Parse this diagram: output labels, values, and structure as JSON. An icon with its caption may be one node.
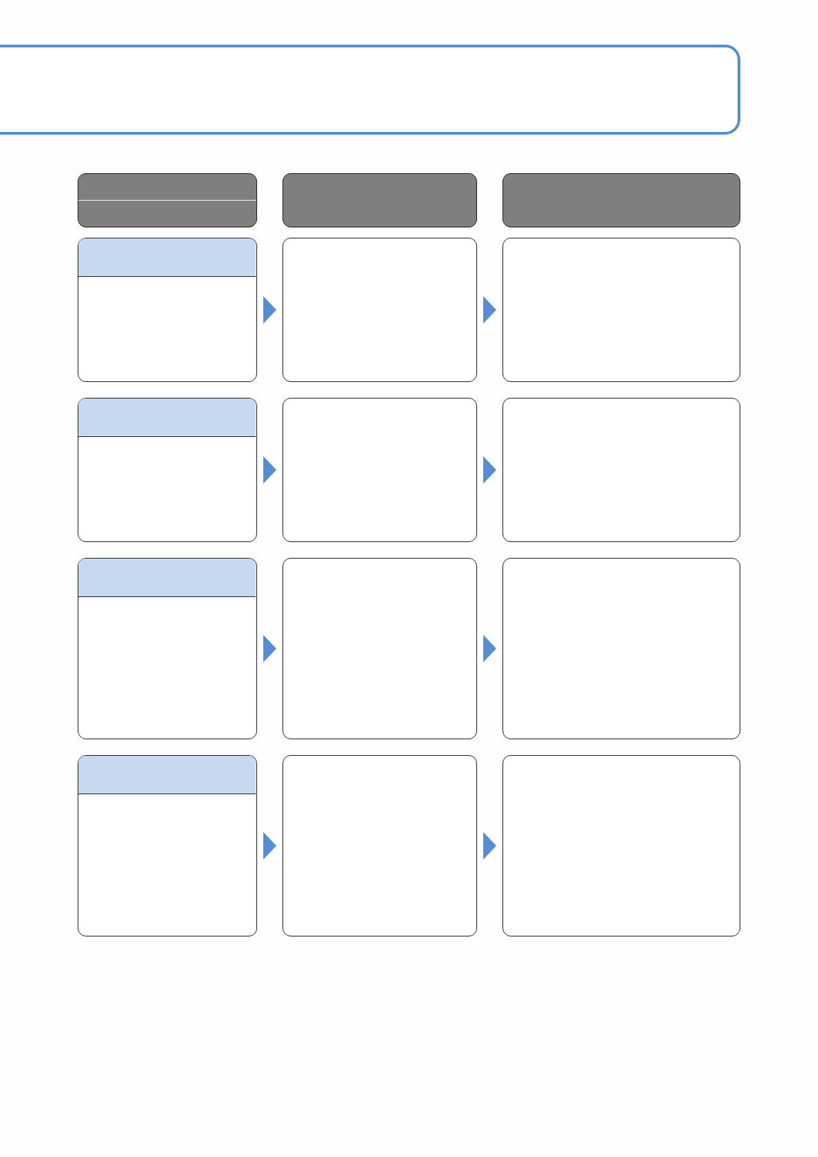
{
  "diagram": {
    "nodes": [
      {
        "text": [],
        "shape": "box"
      },
      {
        "text": [],
        "shape": "box"
      },
      {
        "text": [],
        "shape": "box"
      },
      {
        "text": [],
        "shape": "box"
      },
      {
        "text": [],
        "shape": "box"
      },
      {
        "text": [],
        "shape": "bar",
        "in": 4
      },
      {
        "text": [],
        "shape": "box"
      },
      {
        "text": [],
        "shape": "box"
      },
      {
        "text": [],
        "shape": "box"
      },
      {
        "text": [],
        "shape": "bar",
        "in": 8
      },
      {
        "text": [],
        "shape": "box"
      },
      {
        "text": [],
        "shape": "box"
      },
      {
        "text": [],
        "shape": "box"
      },
      {
        "text": [],
        "shape": "bar",
        "in": 12
      },
      {
        "text": [],
        "shape": "box"
      },
      {
        "text": [],
        "shape": "box"
      },
      {
        "text": [],
        "shape": "box"
      },
      {
        "text": [],
        "shape": "bar",
        "in": 16
      },
      {
        "text": [],
        "shape": "box"
      },
      {
        "text": [],
        "shape": "box"
      }
    ],
    "edges": [
      {
        "from": 4,
        "to": 6,
        "arrow": "to"
      },
      {
        "from": 6,
        "to": 7,
        "arrow": "to"
      },
      {
        "from": 8,
        "to": 10,
        "arrow": "to"
      },
      {
        "from": 10,
        "to": 11,
        "arrow": "to"
      },
      {
        "from": 12,
        "to": 14,
        "arrow": "to"
      },
      {
        "from": 14,
        "to": 15,
        "arrow": "to"
      },
      {
        "from": 16,
        "to": 18,
        "arrow": "to"
      },
      {
        "from": 18,
        "to": 19,
        "arrow": "to"
      }
    ]
  }
}
